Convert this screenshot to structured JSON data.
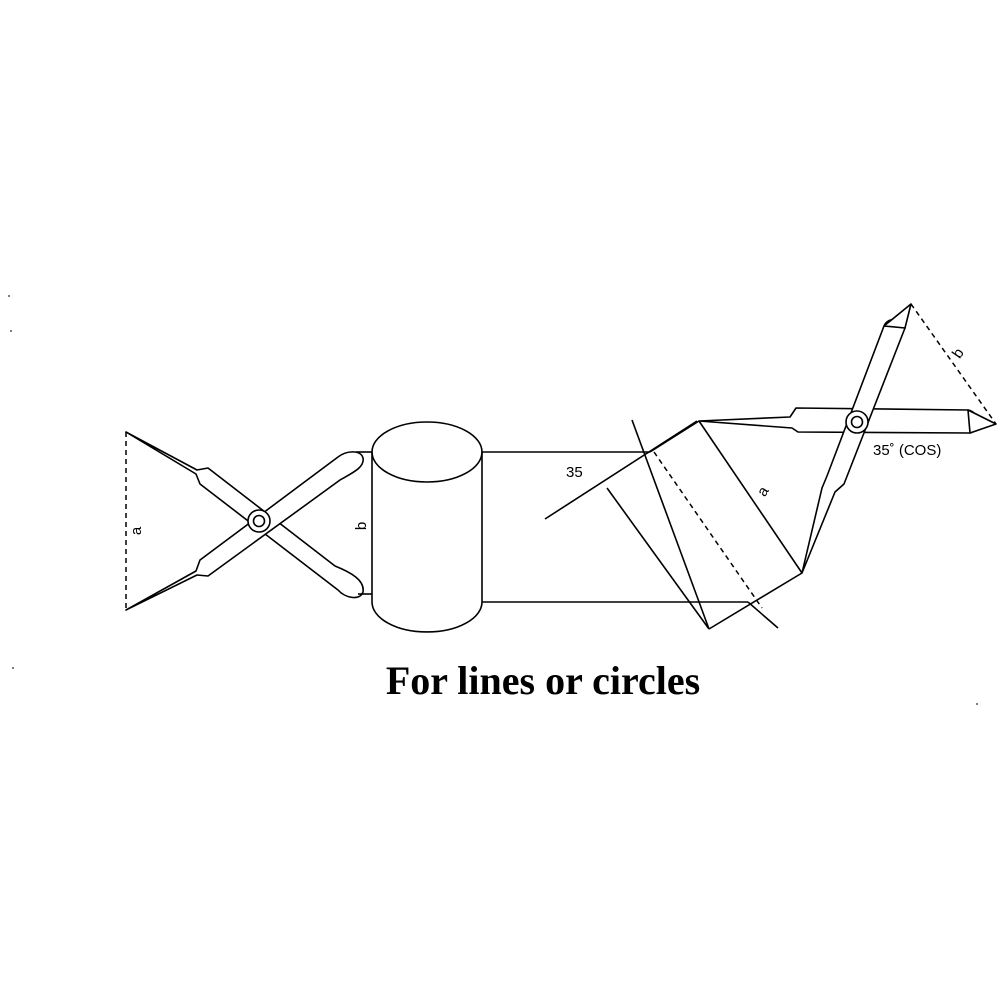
{
  "diagram": {
    "caption": "For lines or circles",
    "labels": {
      "left_divider_opening": "a",
      "cylinder_height": "b",
      "angle_value": "35",
      "slanted_measure": "a",
      "right_divider_opening": "b",
      "angle_cos_note": "35˚ (COS)"
    }
  }
}
